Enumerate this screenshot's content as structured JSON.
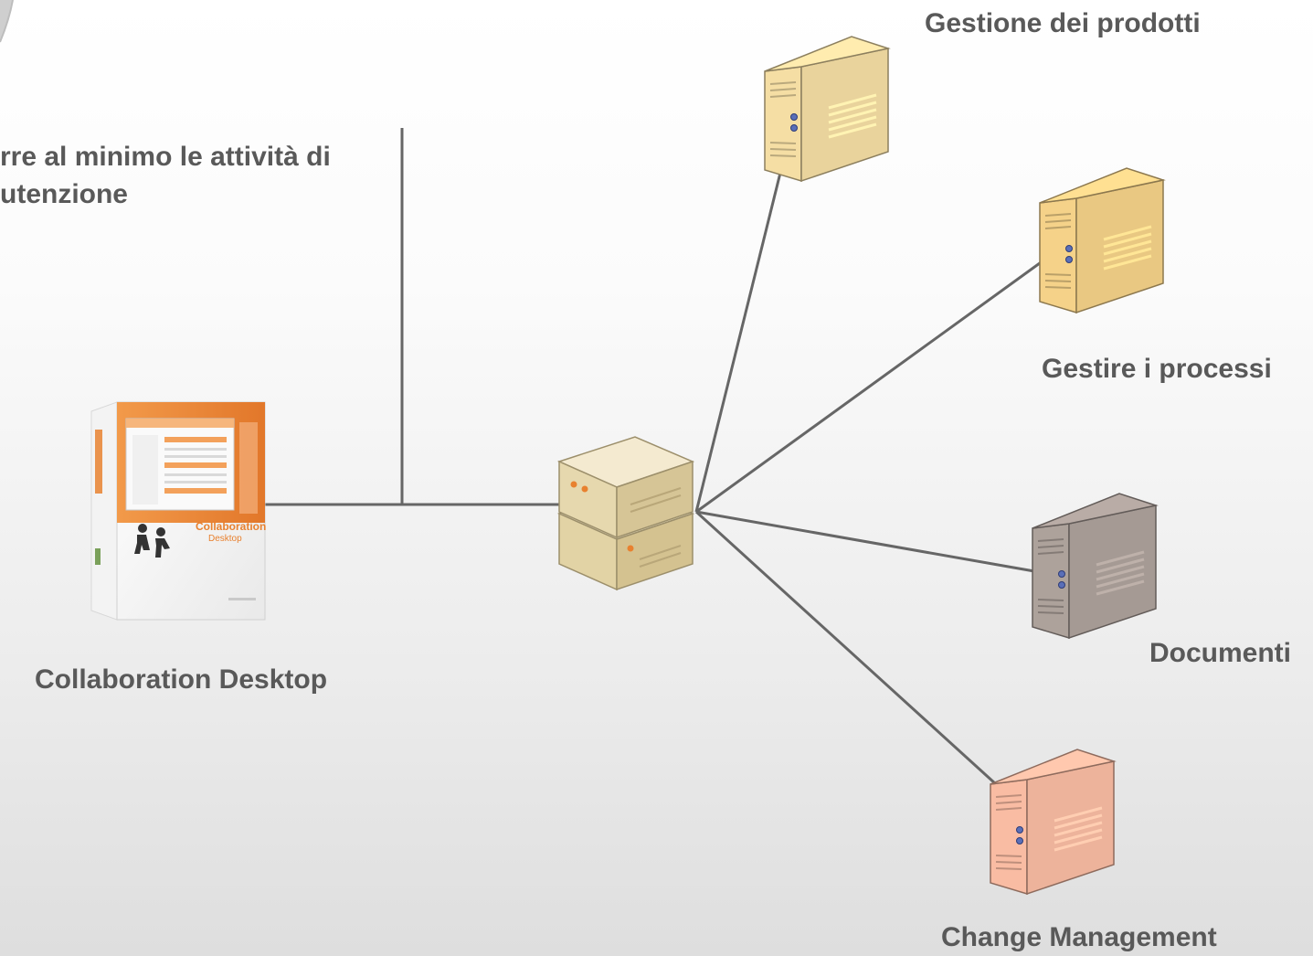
{
  "diagram": {
    "statement": {
      "line1": "rre al minimo le attività di",
      "line2": "utenzione"
    },
    "client": {
      "label": "Collaboration Desktop",
      "box_brand_line1": "Collaboration",
      "box_brand_line2": "Desktop"
    },
    "hub": {
      "icon": "stacked-server-icon"
    },
    "nodes": [
      {
        "label": "Gestione dei prodotti",
        "icon": "tower-server-icon",
        "color": "#E9D39C"
      },
      {
        "label": "Gestire i processi",
        "icon": "tower-server-icon",
        "color": "#E9C882"
      },
      {
        "label": "Documenti",
        "icon": "tower-server-icon",
        "color": "#A59A94"
      },
      {
        "label": "Change Management",
        "icon": "tower-server-icon",
        "color": "#EDB39B"
      }
    ],
    "colors": {
      "connector": "#666666",
      "label_text": "#595959",
      "box_orange": "#E8812F"
    }
  }
}
